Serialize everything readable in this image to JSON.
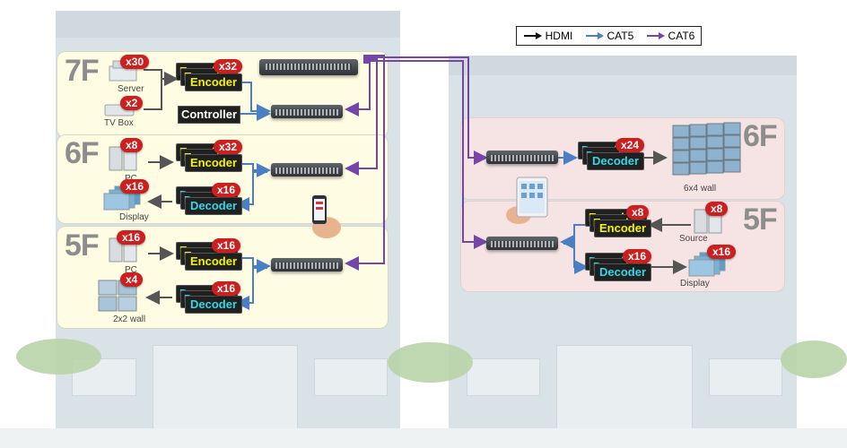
{
  "legend": {
    "items": [
      {
        "label": "HDMI",
        "color": "#111111"
      },
      {
        "label": "CAT5",
        "color": "#4b7fc4"
      },
      {
        "label": "CAT6",
        "color": "#7446a8"
      }
    ]
  },
  "left_building": {
    "floors": [
      {
        "label": "7F"
      },
      {
        "label": "6F"
      },
      {
        "label": "5F"
      }
    ],
    "7F": {
      "server_badge": "x30",
      "server_caption": "Server",
      "tvbox_badge": "x2",
      "tvbox_caption": "TV Box",
      "encoder_badge": "x32",
      "encoder_label": "Encoder",
      "encoder_back_label": "Encod",
      "controller_label": "Controller"
    },
    "6F": {
      "pc_badge": "x8",
      "pc_caption": "PC",
      "encoder_badge": "x32",
      "encoder_label": "Encoder",
      "encoder_back_label": "Encod",
      "display_badge": "x16",
      "display_caption": "Display",
      "decoder_badge": "x16",
      "decoder_label": "Decoder",
      "decoder_back_label": "Decod"
    },
    "5F": {
      "pc_badge": "x16",
      "pc_caption": "PC",
      "encoder_badge": "x16",
      "encoder_label": "Encoder",
      "encoder_back_label": "Encod",
      "wall_badge": "x4",
      "wall_caption": "2x2 wall",
      "decoder_badge": "x16",
      "decoder_label": "Decoder",
      "decoder_back_label": "Decod"
    }
  },
  "right_building": {
    "floors": [
      {
        "label": "6F"
      },
      {
        "label": "5F"
      }
    ],
    "6F": {
      "decoder_badge": "x24",
      "decoder_label": "Decoder",
      "decoder_back_label": "Decod",
      "wall_caption": "6x4 wall"
    },
    "5F": {
      "encoder_badge": "x8",
      "encoder_label": "Encoder",
      "encoder_back_label": "Encod",
      "source_badge": "x8",
      "source_caption": "Source",
      "decoder_badge": "x16",
      "decoder_label": "Decoder",
      "decoder_back_label": "Decod",
      "display_badge": "x16",
      "display_caption": "Display"
    }
  }
}
